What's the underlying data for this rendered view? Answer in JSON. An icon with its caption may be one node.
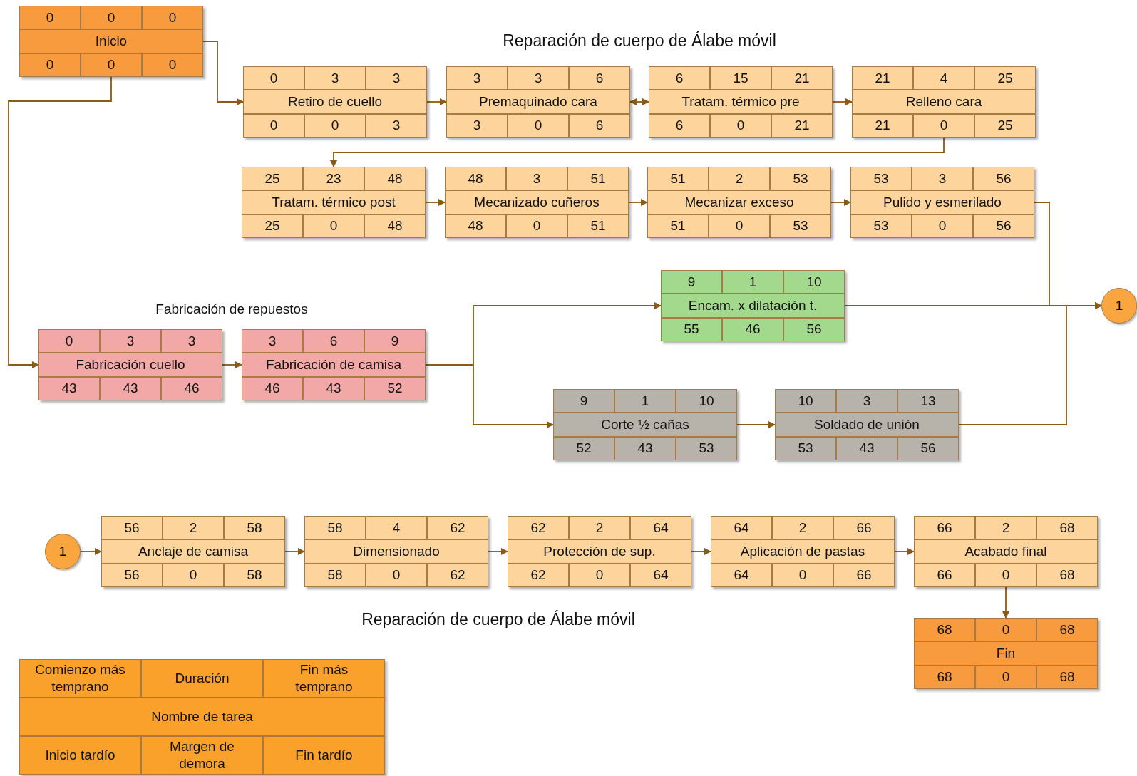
{
  "diagram": {
    "nodes": [
      {
        "text": [
          "0",
          "0",
          "0",
          "Inicio",
          "0",
          "0",
          "0"
        ]
      },
      {
        "text": [
          "0",
          "3",
          "3",
          "Retiro de cuello",
          "0",
          "0",
          "3"
        ]
      },
      {
        "text": [
          "3",
          "3",
          "6",
          "Premaquinado cara",
          "3",
          "0",
          "6"
        ]
      },
      {
        "text": [
          "6",
          "15",
          "21",
          "Tratam. térmico pre",
          "6",
          "0",
          "21"
        ]
      },
      {
        "text": [
          "21",
          "4",
          "25",
          "Relleno cara",
          "21",
          "0",
          "25"
        ]
      },
      {
        "text": [
          "25",
          "23",
          "48",
          "Tratam. térmico post",
          "25",
          "0",
          "48"
        ]
      },
      {
        "text": [
          "48",
          "3",
          "51",
          "Mecanizado cuñeros",
          "48",
          "0",
          "51"
        ]
      },
      {
        "text": [
          "51",
          "2",
          "53",
          "Mecanizar exceso",
          "51",
          "0",
          "53"
        ]
      },
      {
        "text": [
          "53",
          "3",
          "56",
          "Pulido y esmerilado",
          "53",
          "0",
          "56"
        ]
      },
      {
        "text": [
          "9",
          "1",
          "10",
          "Encam. x dilatación t.",
          "55",
          "46",
          "56"
        ]
      },
      {
        "text": [
          "0",
          "3",
          "3",
          "Fabricación cuello",
          "43",
          "43",
          "46"
        ]
      },
      {
        "text": [
          "3",
          "6",
          "9",
          "Fabricación de camisa",
          "46",
          "43",
          "52"
        ]
      },
      {
        "text": [
          "1"
        ]
      },
      {
        "text": [
          "9",
          "1",
          "10",
          "Corte ½ cañas",
          "52",
          "43",
          "53"
        ]
      },
      {
        "text": [
          "10",
          "3",
          "13",
          "Soldado de unión",
          "53",
          "43",
          "56"
        ]
      },
      {
        "text": [
          "1"
        ]
      },
      {
        "text": [
          "56",
          "2",
          "58",
          "Anclaje de camisa",
          "56",
          "0",
          "58"
        ]
      },
      {
        "text": [
          "58",
          "4",
          "62",
          "Dimensionado",
          "58",
          "0",
          "62"
        ]
      },
      {
        "text": [
          "62",
          "2",
          "64",
          "Protección de sup.",
          "62",
          "0",
          "64"
        ]
      },
      {
        "text": [
          "64",
          "2",
          "66",
          "Aplicación de pastas",
          "64",
          "0",
          "66"
        ]
      },
      {
        "text": [
          "66",
          "2",
          "68",
          "Acabado final",
          "66",
          "0",
          "68"
        ]
      },
      {
        "text": [
          "68",
          "0",
          "68",
          "Fin",
          "68",
          "0",
          "68"
        ]
      },
      {
        "text": [
          "Comienzo más temprano",
          "Duración",
          "Fin más temprano",
          "Nombre de tarea",
          "Inicio tardío",
          "Margen de demora",
          "Fin tardío"
        ]
      }
    ],
    "edges": [
      {
        "from": 0,
        "to": 1,
        "arrow": "to"
      },
      {
        "from": 0,
        "to": 10,
        "arrow": "to"
      },
      {
        "from": 1,
        "to": 2,
        "arrow": "to"
      },
      {
        "from": 2,
        "to": 3,
        "arrow": "both"
      },
      {
        "from": 3,
        "to": 4,
        "arrow": "to"
      },
      {
        "from": 4,
        "to": 5,
        "arrow": "to"
      },
      {
        "from": 5,
        "to": 6,
        "arrow": "to"
      },
      {
        "from": 6,
        "to": 7,
        "arrow": "to"
      },
      {
        "from": 7,
        "to": 8,
        "arrow": "to"
      },
      {
        "from": 8,
        "to": 12,
        "arrow": "to"
      },
      {
        "from": 10,
        "to": 11,
        "arrow": "to"
      },
      {
        "from": 11,
        "to": 9,
        "arrow": "to"
      },
      {
        "from": 11,
        "to": 13,
        "arrow": "to"
      },
      {
        "from": 13,
        "to": 14,
        "arrow": "to"
      },
      {
        "from": 9,
        "to": 12,
        "arrow": "to"
      },
      {
        "from": 14,
        "to": 12,
        "arrow": "to"
      },
      {
        "from": 15,
        "to": 16,
        "arrow": "to"
      },
      {
        "from": 16,
        "to": 17,
        "arrow": "to"
      },
      {
        "from": 17,
        "to": 18,
        "arrow": "to"
      },
      {
        "from": 18,
        "to": 19,
        "arrow": "to"
      },
      {
        "from": 19,
        "to": 20,
        "arrow": "to"
      },
      {
        "from": 20,
        "to": 21,
        "arrow": "to"
      }
    ],
    "labels": [
      "Reparación de cuerpo de Álabe móvil",
      "Fabricación de repuestos",
      "Reparación de cuerpo de Álabe móvil"
    ]
  }
}
